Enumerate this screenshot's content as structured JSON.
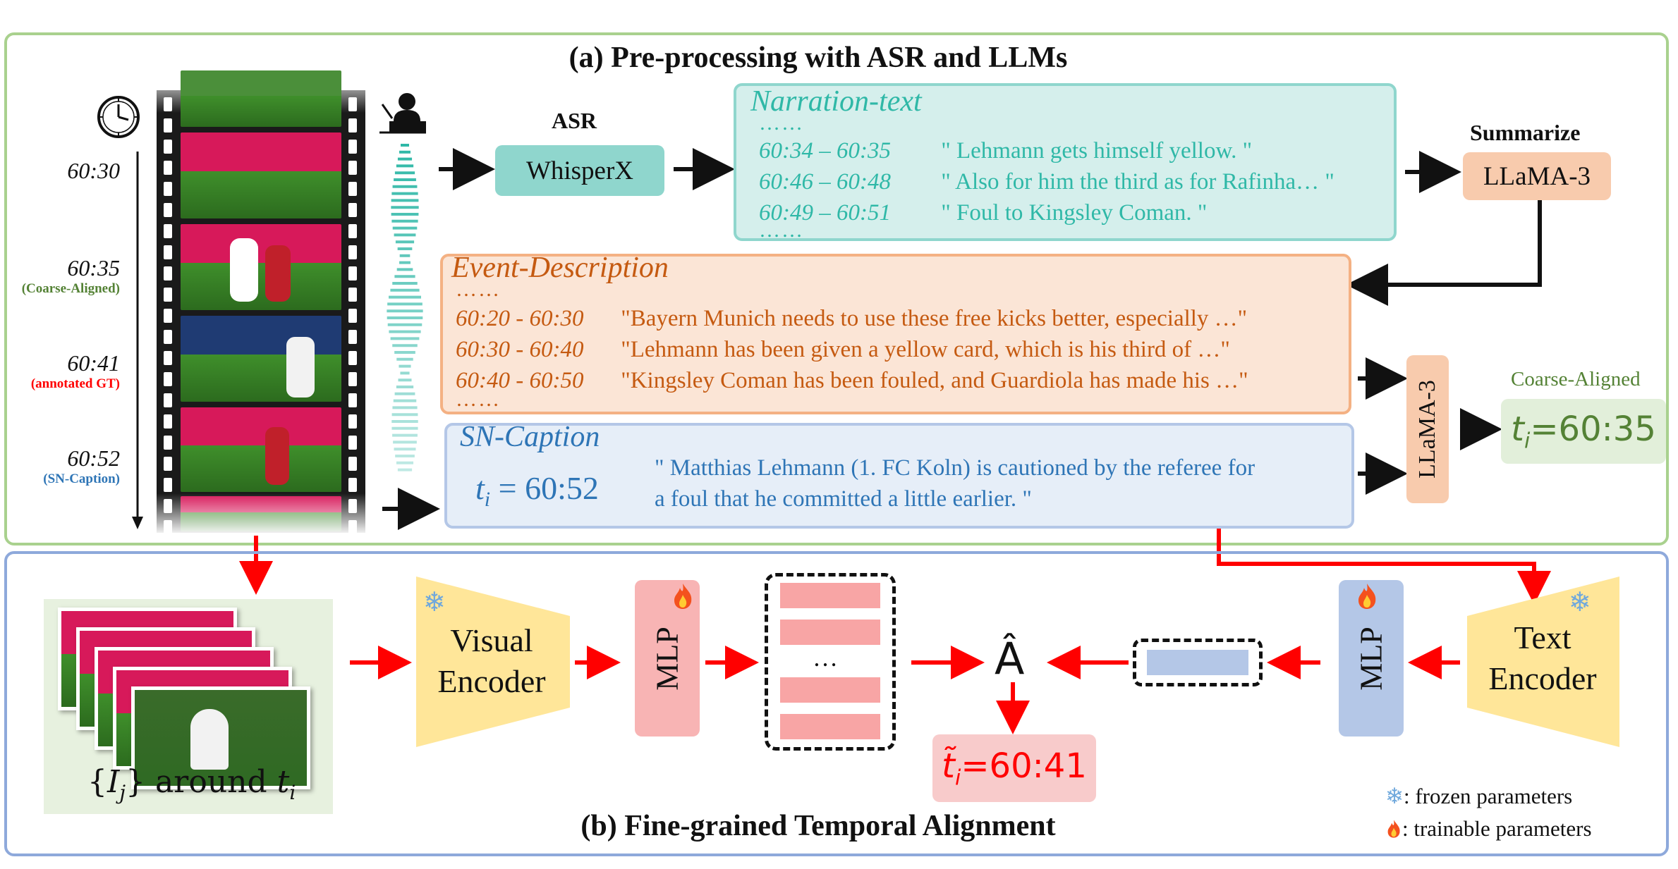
{
  "panel_a": {
    "title": "(a) Pre-processing with ASR and LLMs"
  },
  "panel_b": {
    "title": "(b) Fine-grained Temporal Alignment"
  },
  "timeline": [
    {
      "time": "60:30",
      "sub": ""
    },
    {
      "time": "60:35",
      "sub": "(Coarse-Aligned)",
      "sub_color": "#548235"
    },
    {
      "time": "60:41",
      "sub": "(annotated GT)",
      "sub_color": "#ff0000"
    },
    {
      "time": "60:52",
      "sub": "(SN-Caption)",
      "sub_color": "#2e75b6"
    }
  ],
  "asr": {
    "label": "ASR",
    "model": "WhisperX"
  },
  "narration": {
    "header": "Narration-text",
    "dots": "……",
    "rows": [
      {
        "time": "60:34 – 60:35",
        "text": "\" Lehmann gets himself yellow. \""
      },
      {
        "time": "60:46 – 60:48",
        "text": "\" Also for him the third as for Rafinha… \""
      },
      {
        "time": "60:49 – 60:51",
        "text": "\" Foul to Kingsley Coman. \""
      }
    ]
  },
  "summarize": {
    "label": "Summarize",
    "model": "LLaMA-3"
  },
  "event": {
    "header": "Event-Description",
    "dots": "……",
    "rows": [
      {
        "time": "60:20 - 60:30",
        "text": "\"Bayern Munich needs to use these free kicks better, especially …\""
      },
      {
        "time": "60:30 - 60:40",
        "text": "\"Lehmann has been given a yellow card, which is his third of …\""
      },
      {
        "time": "60:40 - 60:50",
        "text": "\"Kingsley Coman has been fouled, and Guardiola has made his …\""
      }
    ]
  },
  "caption": {
    "header": "SN-Caption",
    "ti_var": "t",
    "ti_sub": "i",
    "ti_value": " = 60:52",
    "text_line1": "\" Matthias Lehmann (1. FC Koln) is cautioned by the referee for",
    "text_line2": "a foul that he committed a little earlier. \""
  },
  "llama_vertical": "LLaMA-3",
  "coarse": {
    "label": "Coarse-Aligned",
    "var": "t",
    "sub": "i",
    "value": "=60:35"
  },
  "panel_b_items": {
    "frames_caption_pre": "{",
    "frames_var": "I",
    "frames_sub": "j",
    "frames_caption_mid": "} around ",
    "frames_t": "t",
    "frames_t_sub": "i",
    "visual_encoder_line1": "Visual",
    "visual_encoder_line2": "Encoder",
    "mlp_left": "MLP",
    "sim_dots": "…",
    "affinity_symbol": "Â",
    "result_var": "t̃",
    "result_sub": "i",
    "result_value": "=60:41",
    "mlp_right": "MLP",
    "text_encoder_line1": "Text",
    "text_encoder_line2": "Encoder"
  },
  "legend": {
    "frozen": ": frozen parameters",
    "trainable": ": trainable parameters",
    "frozen_icon": "snowflake-icon",
    "trainable_icon": "fire-icon"
  },
  "colors": {
    "teal": "#2fb8a7",
    "orange": "#c55a11",
    "blue": "#2e75b6",
    "green": "#548235",
    "red_arrow": "#ff0000",
    "encoder_yellow": "#ffe699",
    "mlp_pink": "#f8b4b4",
    "mlp_blue": "#b4c7e7"
  }
}
